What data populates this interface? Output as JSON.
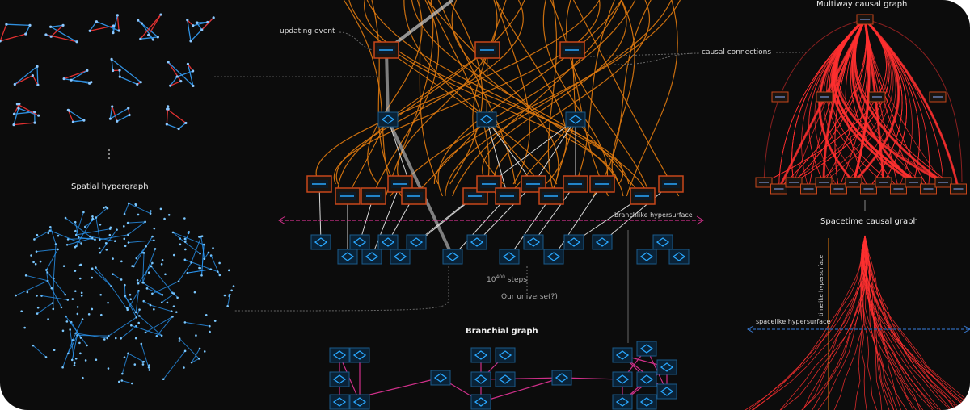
{
  "labels": {
    "multiway_causal_graph": "Multiway causal graph",
    "updating_event": "updating event",
    "causal_connections": "causal connections",
    "branchlike_hypersurface": "branchlike hypersurface",
    "steps_base": "10",
    "steps_exp": "400",
    "steps_word": "steps",
    "our_universe": "Our universe(?)",
    "branchial_graph": "Branchial graph",
    "spatial_hypergraph": "Spatial hypergraph",
    "spacetime_causal_graph": "Spacetime causal graph",
    "timelike_hypersurface": "timelike hypersurface",
    "spacelike_hypersurface": "spacelike hypersurface"
  },
  "colors": {
    "background": "#0c0c0c",
    "causal_edge": "#e07a10",
    "multiway_edge": "#d8d8d8",
    "state_node": "#2aa8ff",
    "branchial_edge": "#d0308a",
    "causal_graph": "#ff3030",
    "spatial_hypergraph": "#2a9dff"
  }
}
